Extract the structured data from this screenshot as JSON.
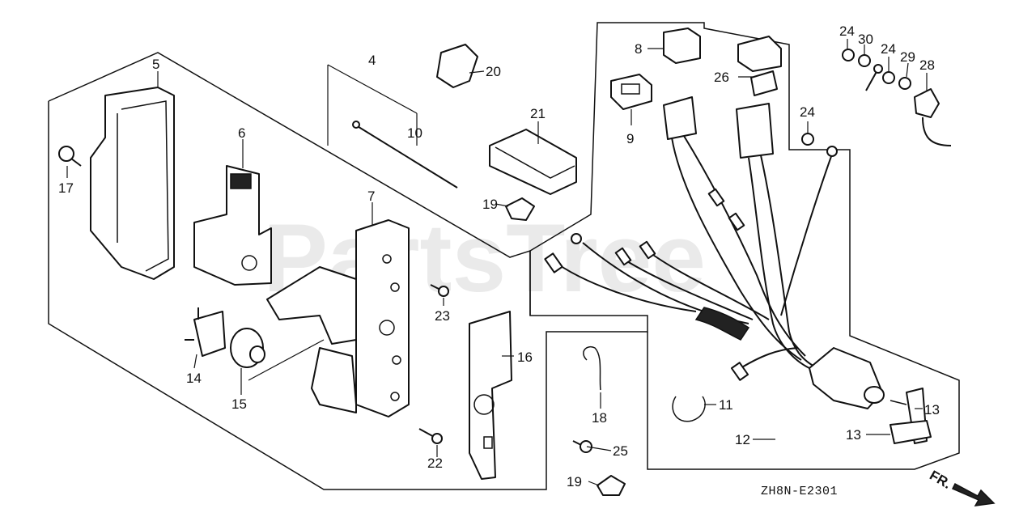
{
  "watermark": "PartsTree",
  "diagram_code": "ZH8N-E2301",
  "direction_label": "FR.",
  "callouts": {
    "c4": "4",
    "c5": "5",
    "c6": "6",
    "c7": "7",
    "c8": "8",
    "c9": "9",
    "c10": "10",
    "c11": "11",
    "c12": "12",
    "c13a": "13",
    "c13b": "13",
    "c14": "14",
    "c15": "15",
    "c16": "16",
    "c17": "17",
    "c18": "18",
    "c19a": "19",
    "c19b": "19",
    "c20": "20",
    "c21": "21",
    "c22": "22",
    "c23": "23",
    "c24a": "24",
    "c24b": "24",
    "c24c": "24",
    "c25": "25",
    "c26": "26",
    "c28": "28",
    "c29": "29",
    "c30": "30"
  }
}
